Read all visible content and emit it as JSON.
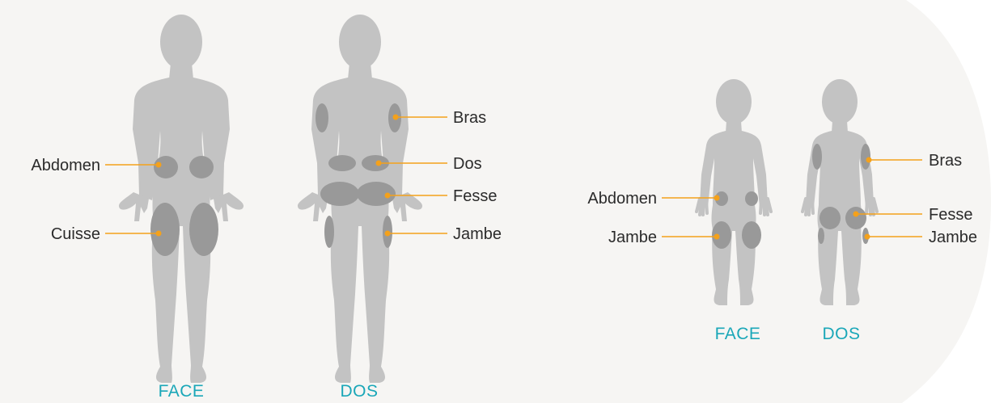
{
  "colors": {
    "background_panel": "#f6f5f3",
    "body": "#c3c3c3",
    "zone": "#999999",
    "leader": "#f4a11b",
    "view_label": "#1aa7b8",
    "label": "#2b2b2b"
  },
  "adult": {
    "front_label": "FACE",
    "back_label": "DOS",
    "labels": {
      "abdomen": "Abdomen",
      "cuisse": "Cuisse",
      "bras": "Bras",
      "dos": "Dos",
      "fesse": "Fesse",
      "jambe": "Jambe"
    }
  },
  "child": {
    "front_label": "FACE",
    "back_label": "DOS",
    "labels": {
      "abdomen": "Abdomen",
      "jambe_front": "Jambe",
      "bras": "Bras",
      "fesse": "Fesse",
      "jambe_back": "Jambe"
    }
  }
}
